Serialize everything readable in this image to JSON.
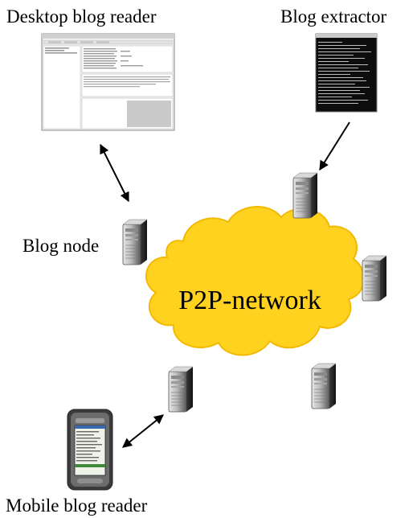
{
  "labels": {
    "desktop_reader": "Desktop blog reader",
    "blog_extractor": "Blog extractor",
    "blog_node": "Blog node",
    "network": "P2P-network",
    "mobile_reader": "Mobile blog reader"
  },
  "colors": {
    "cloud_fill": "#FFD21F",
    "cloud_edge": "#F2B900",
    "server_light": "#c9c9c9",
    "server_dark": "#2a2a2a",
    "arrow": "#000000"
  },
  "icons": {
    "server": "tower-server-icon",
    "desktop_screenshot": "desktop-app-window-icon",
    "terminal_screenshot": "terminal-window-icon",
    "phone": "mobile-phone-icon"
  }
}
